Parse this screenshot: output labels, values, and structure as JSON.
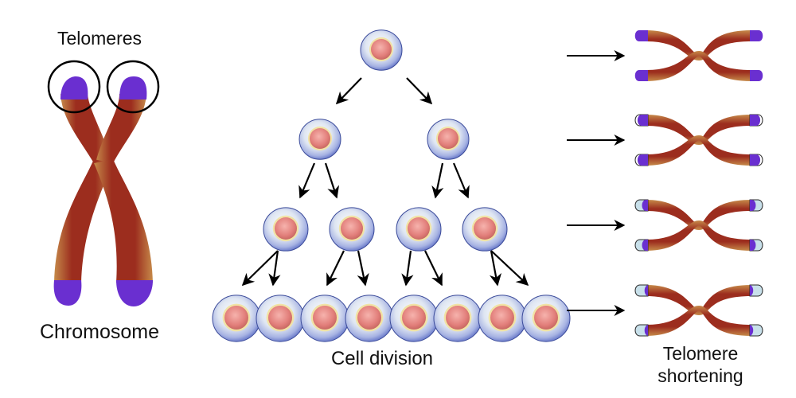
{
  "labels": {
    "telomeres": "Telomeres",
    "chromosome": "Chromosome",
    "cell_division": "Cell division",
    "telomere_shortening_line1": "Telomere",
    "telomere_shortening_line2": "shortening"
  },
  "colors": {
    "telomere": "#6a2fd0",
    "chromatid_core": "#9a2a1c",
    "chromatid_edge": "#c9803e",
    "cell_membrane": "#7f8fd6",
    "cell_body": "#dfe6f2",
    "nucleus": "#e98a86",
    "nucleus_rim": "#f1e3a5",
    "lost_telomere": "#c8e0ea",
    "arrow": "#000000"
  },
  "cell_division": {
    "generations": [
      1,
      2,
      4,
      8
    ]
  },
  "telomere_shortening": {
    "stages": [
      {
        "telomere_remaining": 1.0
      },
      {
        "telomere_remaining": 0.8
      },
      {
        "telomere_remaining": 0.45
      },
      {
        "telomere_remaining": 0.25
      }
    ]
  }
}
